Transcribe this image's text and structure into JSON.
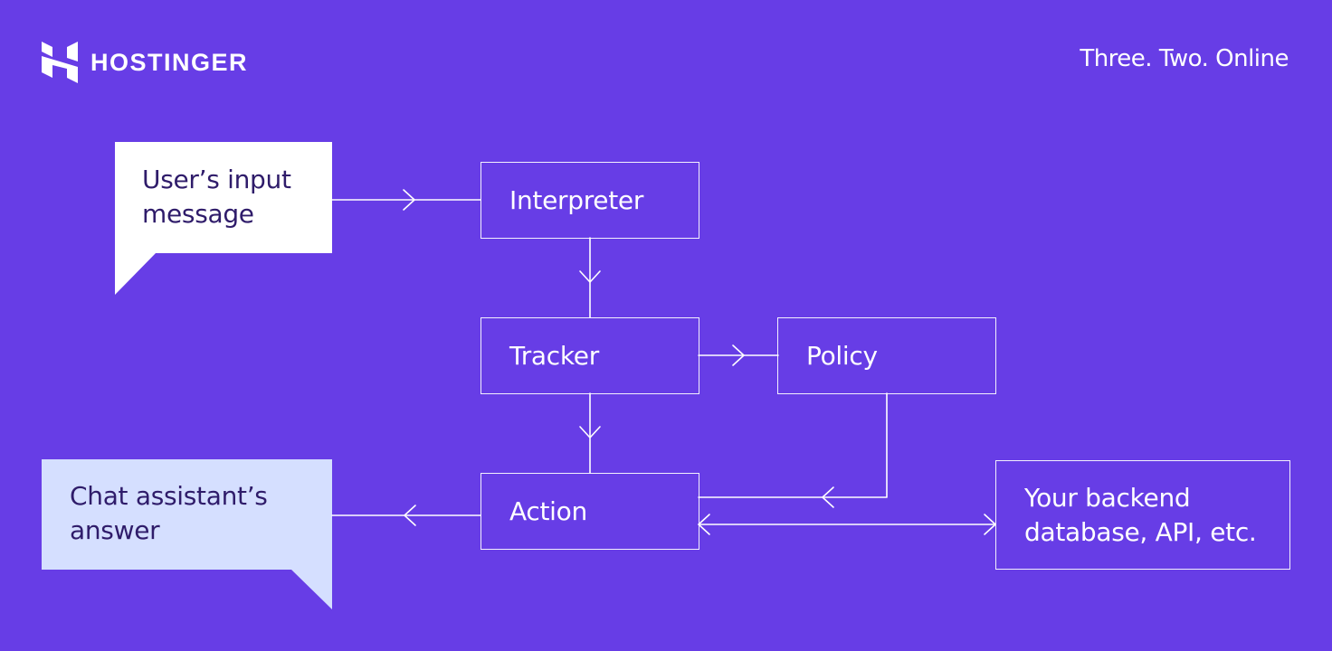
{
  "brand": {
    "name": "HOSTINGER",
    "logo_icon": "hostinger-h-logo-icon"
  },
  "tagline": "Three. Two. Online",
  "colors": {
    "background": "#673DE6",
    "lines": "#FFFFFF",
    "user_bubble": "#FFFFFF",
    "answer_bubble": "#D5DFFF",
    "bubble_text": "#2F1C6A"
  },
  "diagram": {
    "user_input": "User’s input message",
    "interpreter": "Interpreter",
    "tracker": "Tracker",
    "policy": "Policy",
    "action": "Action",
    "chat_answer": "Chat assistant’s answer",
    "backend": "Your backend database, API, etc."
  }
}
